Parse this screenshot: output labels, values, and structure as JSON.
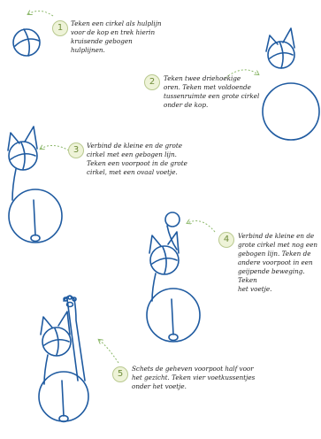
{
  "steps": [
    {
      "number": "1",
      "text": "Teken een cirkel als hulplijn\nvoor de kop en trek hierin\nkruisende gebogen\nhulplijnen."
    },
    {
      "number": "2",
      "text": "Teken twee driehoekige\noren. Teken met voldoende\ntussenruimte een grote cirkel\nonder de kop."
    },
    {
      "number": "3",
      "text": "Verbind de kleine en de grote\ncirkel met een gebogen lijn.\nTeken een voorpoot in de grote\ncirkel, met een ovaal voetje."
    },
    {
      "number": "4",
      "text": "Verbind de kleine en de\ngrote cirkel met nog een\ngebogen lijn. Teken de\nandere voorpoot in een\ngeijpende beweging. Teken\nhet voetje."
    },
    {
      "number": "5",
      "text": "Schets de geheven voorpoot half voor\nhet gezicht. Teken vier voetkussentjes\nonder het voetje."
    }
  ],
  "colors": {
    "line": "#1e5aa0",
    "arrow": "#8cb86a",
    "badge_ring": "#b9c98f",
    "badge_text": "#6e8c39"
  }
}
